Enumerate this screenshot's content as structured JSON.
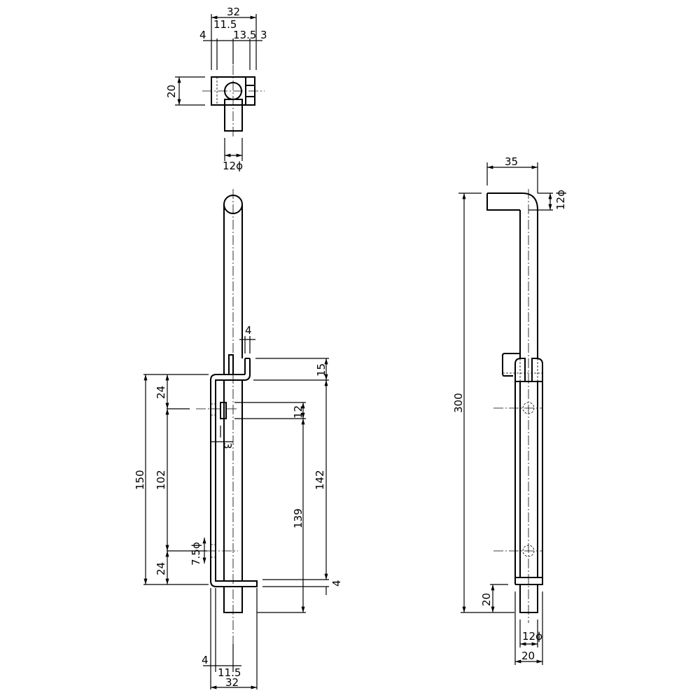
{
  "top_view": {
    "dims": [
      "32",
      "11.5",
      "4",
      "13.5",
      "3",
      "20",
      "12ϕ"
    ]
  },
  "front_view": {
    "dims": [
      "4",
      "15",
      "150",
      "24",
      "102",
      "24",
      "12",
      "3",
      "142",
      "139",
      "7.5ϕ",
      "4",
      "4",
      "11.5",
      "32"
    ]
  },
  "side_view": {
    "dims": [
      "35",
      "12ϕ",
      "300",
      "20",
      "12ϕ",
      "20"
    ]
  },
  "colors": {
    "line": "#000000",
    "background": "#ffffff"
  }
}
